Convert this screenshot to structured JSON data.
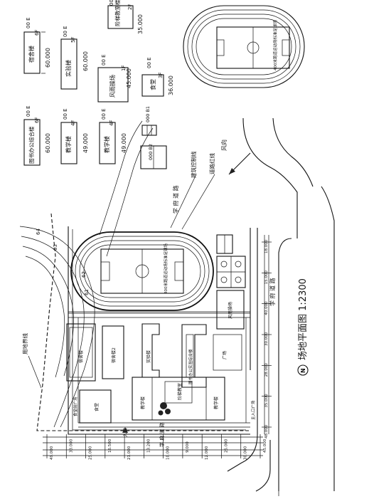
{
  "title": "场地平面图 1:2300",
  "north_symbol": "N",
  "legend_buildings": [
    {
      "name": "宿舍楼",
      "area": "60.000",
      "tag": "6F"
    },
    {
      "name": "实验楼",
      "area": "60.000",
      "tag": "5F"
    },
    {
      "name": "风雨操场",
      "area": "45.000",
      "tag": "1F"
    },
    {
      "name": "食堂",
      "area": "36.000",
      "tag": "3F"
    },
    {
      "name": "图书办公综合楼",
      "area": "60.000",
      "tag": "6F"
    },
    {
      "name": "教学楼",
      "area": "49.000",
      "tag": "4F"
    },
    {
      "name": "教学楼",
      "area": "49.000",
      "tag": "4F"
    },
    {
      "name": "阶梯教室楼",
      "area": "35.000",
      "tag": "2F"
    }
  ],
  "legend_small": {
    "label_top": "000 B2",
    "label_small": "000 B1"
  },
  "track_top_label": "400米跑道运动场标准足球场",
  "track_site_label": "400米跑道运动场标准足球场",
  "wind_label": "风向",
  "road_north": "学 府 道 路",
  "road_east": "学 府 道 路",
  "road_side": "学 府 道 路",
  "callouts": {
    "building_line": "建筑控制线",
    "road_red_line": "道路红线",
    "site_boundary": "用地界线"
  },
  "site_labels": {
    "hall": "风雨操场",
    "dorm": "宿舍楼",
    "dorm2": "宿舍楼2",
    "lab": "实验楼",
    "lib": "图书办公实验综合楼",
    "square": "广场",
    "teach_a": "教学楼",
    "teach_b": "教学楼",
    "stair": "阶梯教室",
    "canteen": "食堂",
    "canteen_plaza": "食堂前广场",
    "main_gate": "主入口广场",
    "entry": "入口"
  },
  "contours": [
    "64",
    "63",
    "62",
    "61"
  ],
  "dim_labels": [
    "49.000",
    "33.000",
    "25.000",
    "16.500",
    "21.000",
    "13.200",
    "10.000",
    "9.000",
    "12.000",
    "25.000",
    "30.000",
    "45.000",
    "18.000",
    "15.000",
    "40.000",
    "30.000",
    "28.000",
    "35.000",
    "48.000"
  ]
}
